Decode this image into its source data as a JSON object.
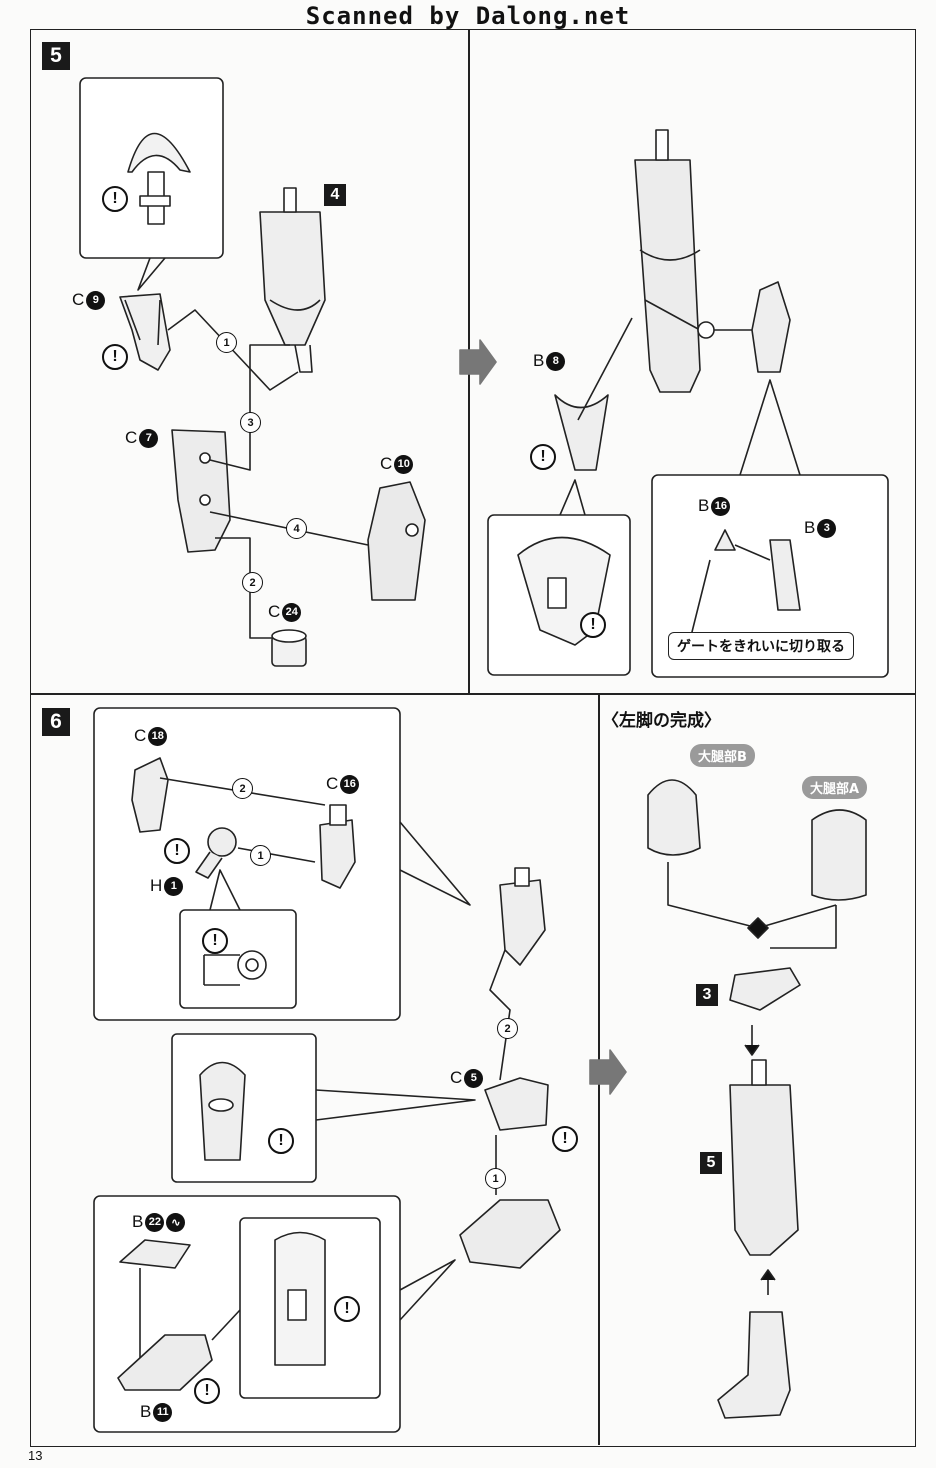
{
  "watermark": "Scanned by Dalong.net",
  "page_number": "13",
  "step5": {
    "badge": "5",
    "ref_step": "4",
    "parts": {
      "c9": [
        "C",
        "9"
      ],
      "c7": [
        "C",
        "7"
      ],
      "c10": [
        "C",
        "10"
      ],
      "c24": [
        "C",
        "24"
      ],
      "b8": [
        "B",
        "8"
      ],
      "b16": [
        "B",
        "16"
      ],
      "b3": [
        "B",
        "3"
      ]
    },
    "order": [
      "1",
      "2",
      "3",
      "4"
    ],
    "note": "ゲートをきれいに切り取る"
  },
  "step6": {
    "badge": "6",
    "parts": {
      "c18": [
        "C",
        "18"
      ],
      "c16": [
        "C",
        "16"
      ],
      "h1": [
        "H",
        "1"
      ],
      "c5": [
        "C",
        "5"
      ],
      "b22": [
        "B",
        "22"
      ],
      "b11": [
        "B",
        "11"
      ]
    },
    "order": [
      "1",
      "2",
      "1",
      "2"
    ]
  },
  "left_leg": {
    "title": "〈左脚の完成〉",
    "thigh_b": "大腿部B",
    "thigh_a": "大腿部A",
    "ref_a": "3",
    "ref_b": "5"
  },
  "warning_glyph": "!"
}
